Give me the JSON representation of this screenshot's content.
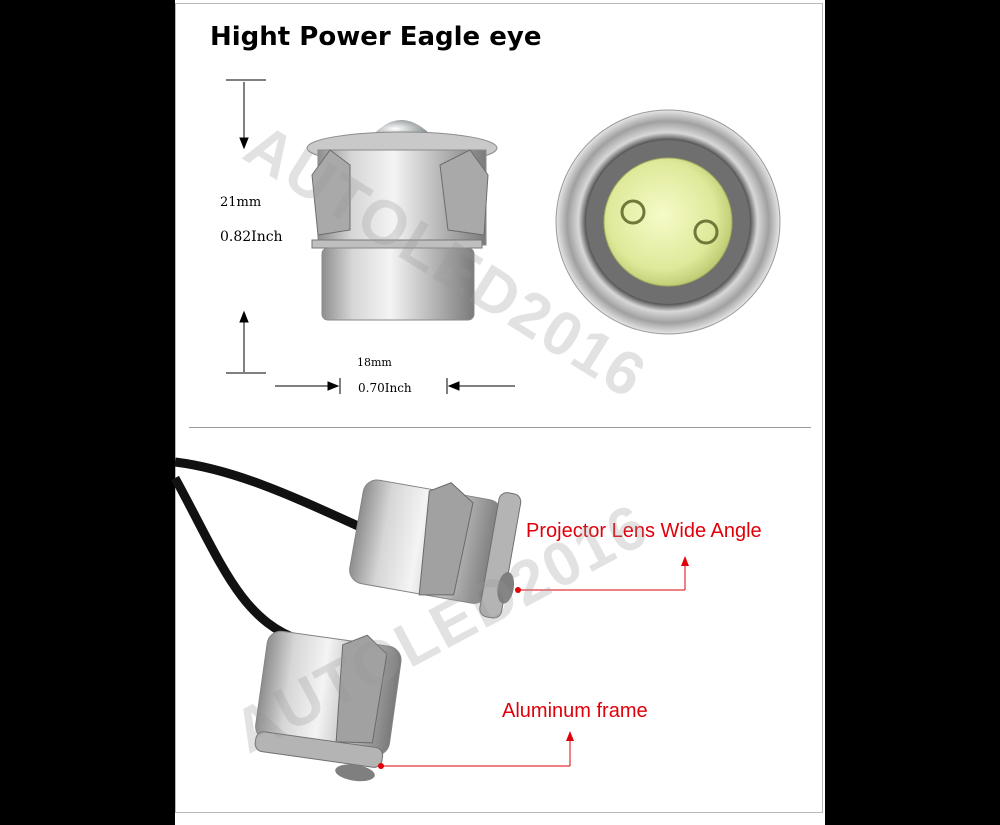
{
  "title": "Hight Power Eagle eye",
  "dimensions": {
    "height_mm": "21mm",
    "height_inch": "0.82Inch",
    "width_mm": "18mm",
    "width_inch": "0.70Inch"
  },
  "callouts": {
    "lens": "Projector Lens Wide Angle",
    "frame": "Aluminum frame"
  },
  "watermark": "AUTOLED2016",
  "colors": {
    "panel_bg": "#ffffff",
    "outer_bg": "#000000",
    "callout_red": "#e0000a",
    "led_yellow": "#e8f0a0"
  }
}
